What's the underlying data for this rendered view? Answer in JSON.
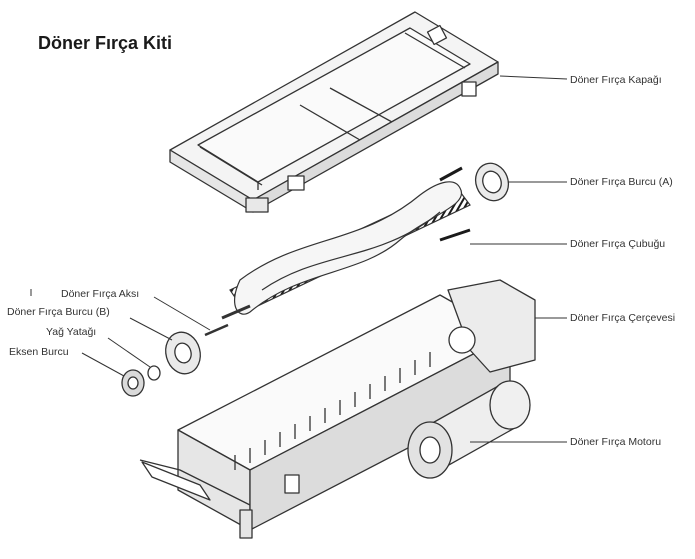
{
  "title": "Döner Fırça Kiti",
  "labels": {
    "cover": "Döner Fırça Kapağı",
    "bushing_a": "Döner Fırça Burcu (A)",
    "rod": "Döner Fırça Çubuğu",
    "frame": "Döner Fırça Çerçevesi",
    "motor": "Döner Fırça Motoru",
    "shaft": "Döner Fırça Aksı",
    "bushing_b": "Döner Fırça Burcu (B)",
    "bearing": "Yağ Yatağı",
    "axle_bushing": "Eksen Burcu"
  },
  "colors": {
    "line": "#333333",
    "bristle": "#1a1a1a",
    "part_fill": "#f4f4f4"
  }
}
